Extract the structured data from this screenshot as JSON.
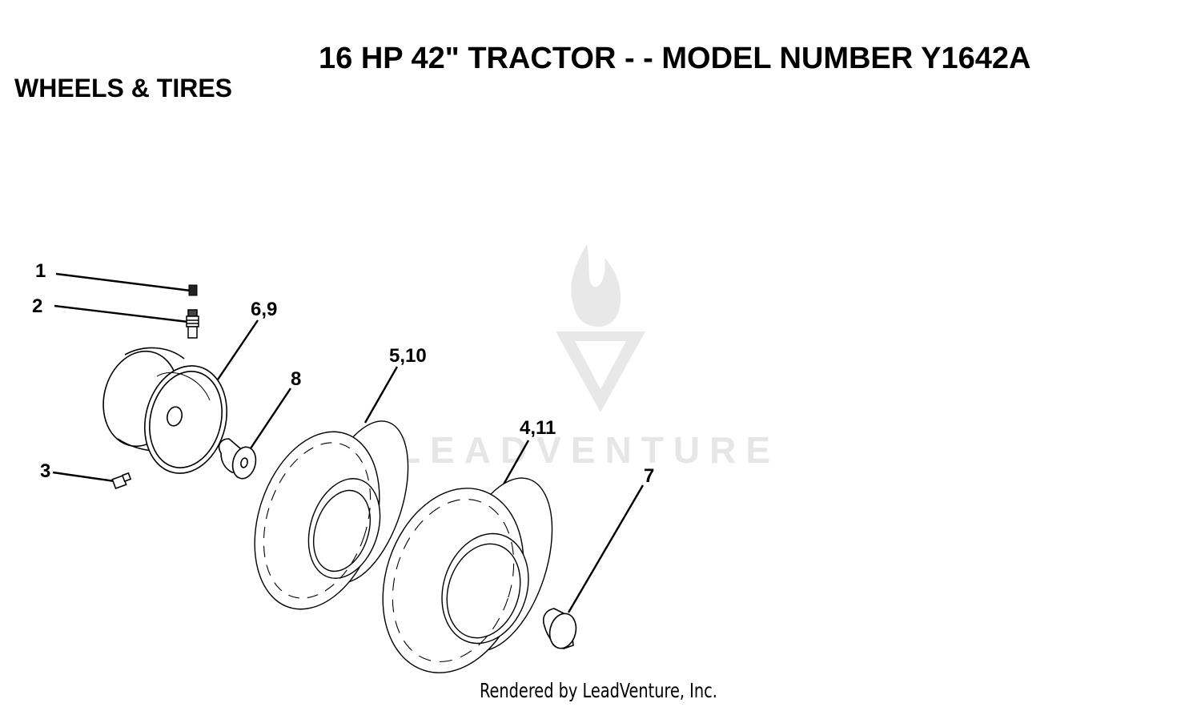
{
  "header": {
    "title": "16 HP 42\" TRACTOR - - MODEL NUMBER Y1642A",
    "section": "WHEELS & TIRES"
  },
  "callouts": {
    "c1": "1",
    "c2": "2",
    "c3": "3",
    "c69": "6,9",
    "c8": "8",
    "c510": "5,10",
    "c411": "4,11",
    "c7": "7"
  },
  "watermark": {
    "text": "LEADVENTURE"
  },
  "footer": {
    "text": "Rendered by LeadVenture, Inc."
  }
}
